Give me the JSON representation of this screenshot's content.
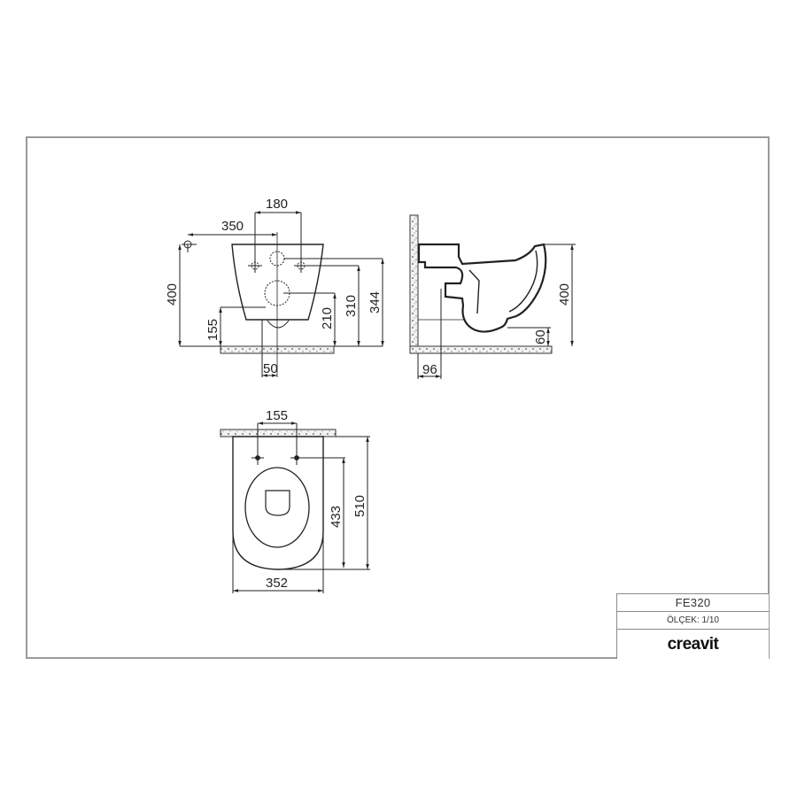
{
  "sheet": {
    "frame_color": "#9a9a9a",
    "line_color": "#222222"
  },
  "front_view": {
    "dimensions": {
      "pan_width_top_fixing": "180",
      "pipe_offset": "350",
      "pipe_height": "400",
      "inlet_height": "344",
      "fixing_height": "310",
      "outlet_height": "210",
      "waste_height": "155",
      "waste_offset": "50"
    }
  },
  "side_view": {
    "dimensions": {
      "overall_height": "400",
      "floor_clearance": "60",
      "wall_offset": "96"
    }
  },
  "top_view": {
    "dimensions": {
      "fixing_spacing": "155",
      "overall_length": "510",
      "fixing_to_front": "433",
      "overall_width": "352"
    }
  },
  "title_block": {
    "model": "FE320",
    "scale": "ÖLÇEK: 1/10",
    "brand": "creavit"
  }
}
